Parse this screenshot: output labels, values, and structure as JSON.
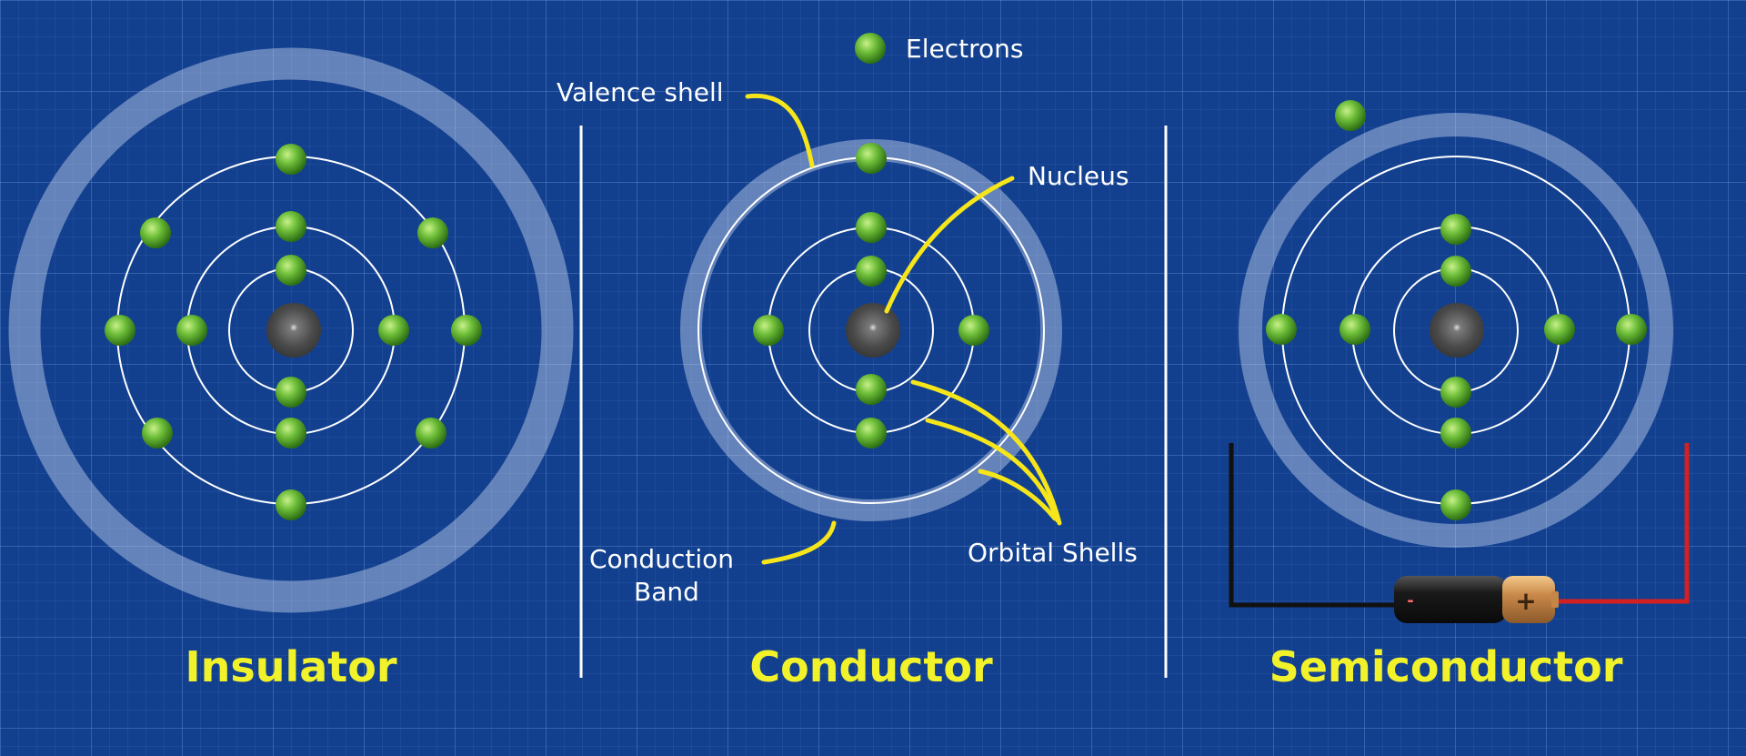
{
  "legend": {
    "label": "Electrons"
  },
  "titles": {
    "insulator": "Insulator",
    "conductor": "Conductor",
    "semiconductor": "Semiconductor"
  },
  "annotations": {
    "valence_shell": "Valence shell",
    "nucleus": "Nucleus",
    "conduction_band_line1": "Conduction",
    "conduction_band_line2": "Band",
    "orbital_shells": "Orbital Shells"
  },
  "battery": {
    "positive_symbol": "+",
    "negative_symbol": "-"
  },
  "colors": {
    "background": "#12408f",
    "electron": "#6fbf3a",
    "annotation_line": "#f5e51a",
    "title_text": "#f2f22a",
    "wire_positive": "#d42020",
    "wire_negative": "#111111"
  }
}
